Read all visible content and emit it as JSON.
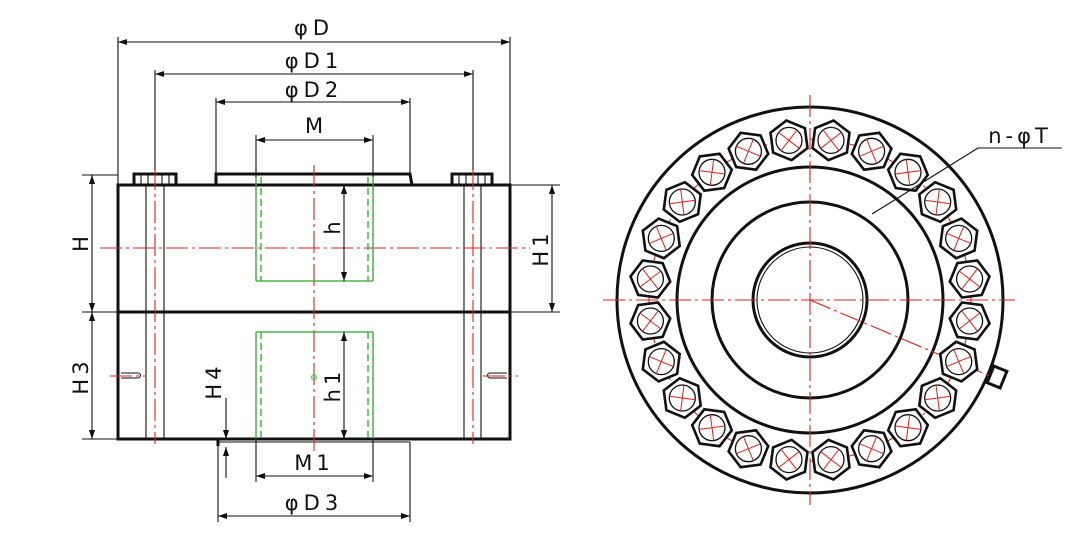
{
  "labels": {
    "phiD": "φD",
    "phiD1": "φD1",
    "phiD2": "φD2",
    "M": "M",
    "H": "H",
    "h": "h",
    "H1": "H1",
    "H3": "H3",
    "H4": "H4",
    "h1": "h1",
    "M1": "M1",
    "phiD3": "φD3",
    "holes": "n-φT"
  },
  "colors": {
    "outline": "#111111",
    "centerline": "#e0211b",
    "hidden_line": "#2aa82a"
  },
  "bolt_circle": {
    "bolt_count": 24
  }
}
